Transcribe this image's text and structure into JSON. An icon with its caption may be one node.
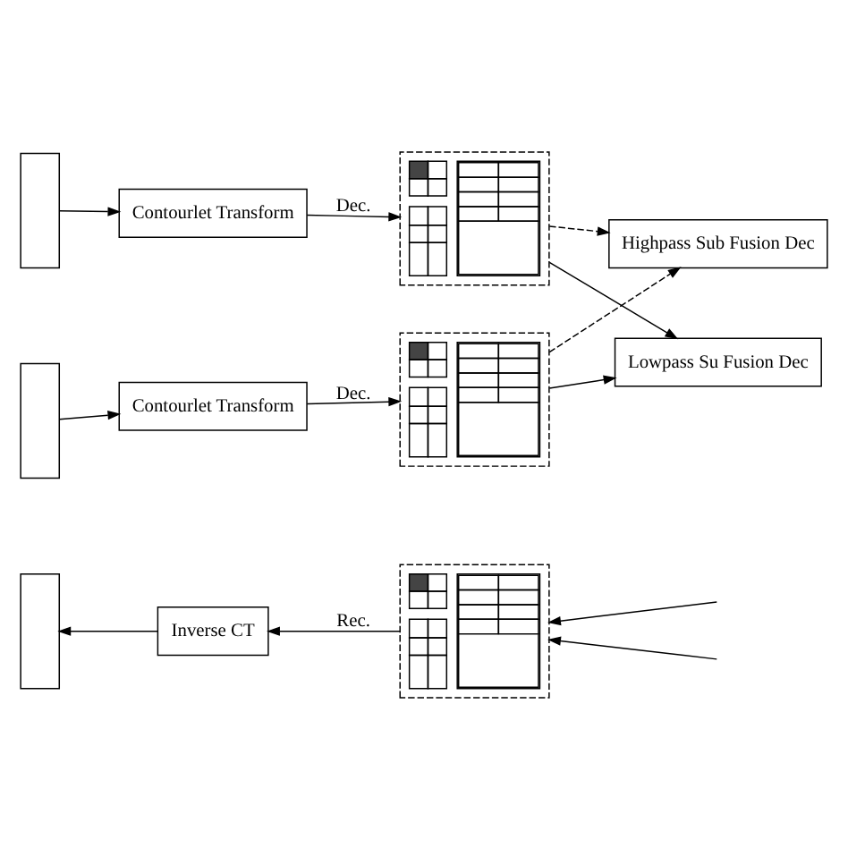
{
  "diagram": {
    "nodes": [
      {
        "text": [],
        "shape": "box"
      },
      {
        "text": [
          "Contourlet Transform"
        ]
      },
      {
        "text": [],
        "shape": "box"
      },
      {
        "text": [
          "Highpass Sub Fusion Dec"
        ]
      },
      {
        "text": [],
        "shape": "box"
      },
      {
        "text": [
          "Contourlet Transform"
        ]
      },
      {
        "text": [],
        "shape": "box"
      },
      {
        "text": [
          "Lowpass Su Fusion Dec"
        ]
      },
      {
        "text": [],
        "shape": "box"
      },
      {
        "text": [
          "Inverse CT"
        ]
      },
      {
        "text": [],
        "shape": "box"
      }
    ],
    "edges": [
      {
        "from": 0,
        "to": 1,
        "arrow": "to"
      },
      {
        "from": 1,
        "to": 2,
        "arrow": "to",
        "label": "Dec."
      },
      {
        "from": 2,
        "to": 3,
        "arrow": "to",
        "style": "dashed"
      },
      {
        "from": 6,
        "to": 3,
        "arrow": "to",
        "style": "dashed"
      },
      {
        "from": 2,
        "to": 7,
        "arrow": "to"
      },
      {
        "from": 6,
        "to": 7,
        "arrow": "to"
      },
      {
        "from": 4,
        "to": 5,
        "arrow": "to"
      },
      {
        "from": 5,
        "to": 6,
        "arrow": "to",
        "label": "Dec."
      },
      {
        "from": null,
        "to": 10,
        "arrow": "to"
      },
      {
        "from": null,
        "to": 10,
        "arrow": "to"
      },
      {
        "from": 10,
        "to": 9,
        "arrow": "to",
        "label": "Rec."
      },
      {
        "from": 9,
        "to": 8,
        "arrow": "to"
      }
    ]
  }
}
